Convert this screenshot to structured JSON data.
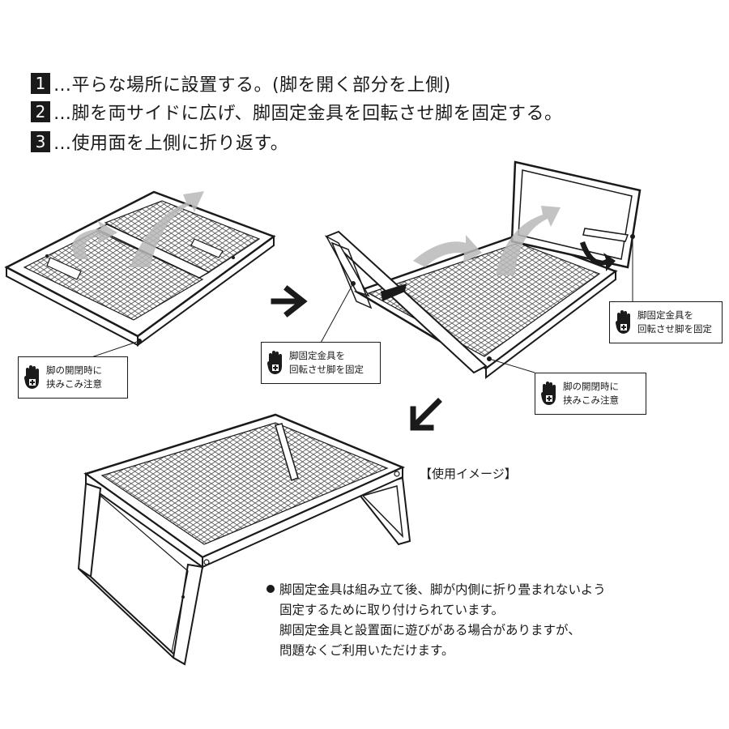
{
  "steps": [
    {
      "num": "1",
      "text": "…平らな場所に設置する。(脚を開く部分を上側)"
    },
    {
      "num": "2",
      "text": "…脚を両サイドに広げ、脚固定金具を回転させ脚を固定する。"
    },
    {
      "num": "3",
      "text": "…使用面を上側に折り返す。"
    }
  ],
  "callouts": {
    "pinch_left": {
      "line1": "脚の開閉時に",
      "line2": "挟みこみ注意",
      "icon": "hand-caution-icon"
    },
    "bracket_mid": {
      "line1": "脚固定金具を",
      "line2": "回転させ脚を固定",
      "icon": "hand-caution-icon"
    },
    "bracket_right": {
      "line1": "脚固定金具を",
      "line2": "回転させ脚を固定",
      "icon": "hand-caution-icon"
    },
    "pinch_right": {
      "line1": "脚の開閉時に",
      "line2": "挟みこみ注意",
      "icon": "hand-caution-icon"
    }
  },
  "usage_label": "【使用イメージ】",
  "note": {
    "lines": [
      "脚固定金具は組み立て後、脚が内側に折り畳まれないよう",
      "固定するために取り付けられています。",
      "脚固定金具と設置面に遊びがある場合がありますが、",
      "問題なくご利用いただけます。"
    ]
  },
  "colors": {
    "ink": "#1a1a1a",
    "arrow_gray": "#b8b8b8",
    "mesh": "#555555"
  }
}
